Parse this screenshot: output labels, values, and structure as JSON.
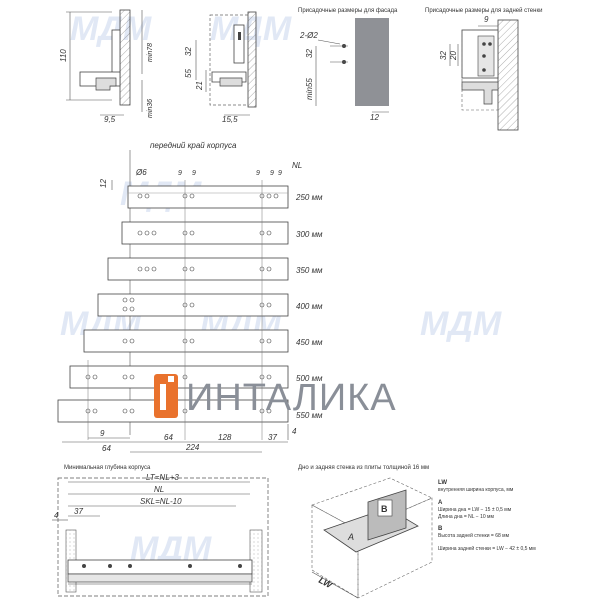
{
  "colors": {
    "brand_orange": "#e9722d",
    "brand_gray": "#8a8f98",
    "line": "#444444",
    "watermark": "#c9d7ee",
    "panel_gray": "#8f9196"
  },
  "watermark": {
    "text": "МДМ"
  },
  "brand": {
    "text": "ИНТАЛИКА",
    "icon": "intalika-logo-icon"
  },
  "top_views": {
    "v1": {
      "height": "110",
      "min_top": "min78",
      "min_bottom": "min36",
      "offset": "9,5"
    },
    "v2": {
      "d32": "32",
      "d55": "55",
      "d21": "21",
      "offset": "15,5"
    },
    "v3": {
      "title": "Присадочные размеры для фасада",
      "hole": "2-Ø2",
      "d32": "32",
      "min55": "min55",
      "d12": "12"
    },
    "v4": {
      "title": "Присадочные размеры для задней стенки",
      "d9": "9",
      "d32": "32",
      "d20": "20"
    }
  },
  "runner_chart": {
    "front_edge_label": "передний край корпуса",
    "nl_label": "NL",
    "hole_diam": "Ø6",
    "dim_12": "12",
    "dims_top": [
      "9",
      "9",
      "9",
      "9",
      "9"
    ],
    "sizes": [
      "250 мм",
      "300 мм",
      "350 мм",
      "400 мм",
      "450 мм",
      "500 мм",
      "550 мм"
    ],
    "dims_bottom_row1": [
      "9",
      "4"
    ],
    "dims_bottom_row2": [
      "64",
      "64",
      "128",
      "37"
    ],
    "dims_bottom_row3": [
      "224"
    ]
  },
  "min_depth": {
    "title": "Минимальная глубина корпуса",
    "lt": "LT=NL+3",
    "nl": "NL",
    "skl": "SKL=NL-10",
    "d37": "37",
    "d4": "4"
  },
  "bottom_right": {
    "title": "Дно и задняя стенка из плиты толщиной 16 мм",
    "label_a": "A",
    "label_b": "B",
    "lw": "LW",
    "legend": [
      {
        "head": "LW",
        "text": "внутренняя ширина корпуса, мм"
      },
      {
        "head": "A",
        "text": "Ширина дна = LW − 15 ± 0,5 мм"
      },
      {
        "head": "",
        "text": "Длина дна = NL − 10 мм"
      },
      {
        "head": "B",
        "text": "Высота задней стенки = 68 мм"
      },
      {
        "head": "",
        "text": "Ширина задней стенки = LW − 42 ± 0,5 мм"
      }
    ]
  }
}
